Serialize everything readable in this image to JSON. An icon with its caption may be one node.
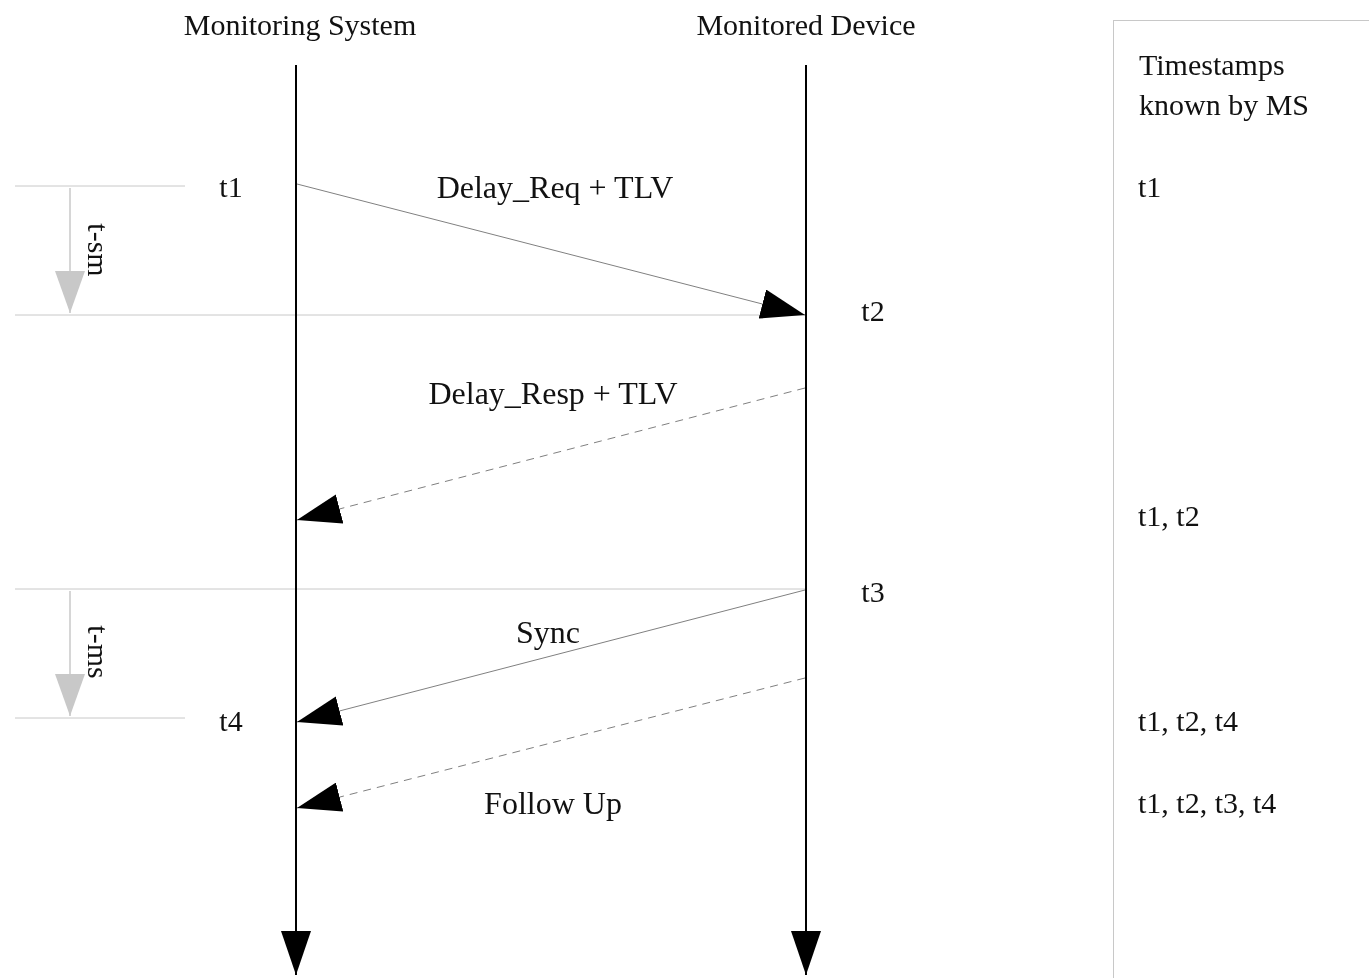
{
  "diagram": {
    "nodes": [
      {
        "text": [
          "Monitoring System"
        ]
      },
      {
        "text": [
          "Monitored Device"
        ]
      },
      {
        "text": [
          "Timestamps known by MS"
        ]
      },
      {
        "text": [],
        "shape": "bar"
      },
      {
        "text": [],
        "shape": "bar"
      }
    ],
    "edges": [
      {
        "from": 3,
        "to": 4,
        "arrow": "to",
        "label": "Delay_Req + TLV"
      },
      {
        "from": 4,
        "to": 3,
        "arrow": "to",
        "label": "Delay_Resp + TLV",
        "style": "dashed"
      },
      {
        "from": 4,
        "to": 3,
        "arrow": "to",
        "label": "Sync"
      },
      {
        "from": 4,
        "to": 3,
        "arrow": "to",
        "label": "Follow Up",
        "style": "dashed"
      },
      {
        "from": 3,
        "to": null,
        "arrow": "to",
        "color": "#000000"
      },
      {
        "from": 4,
        "to": null,
        "arrow": "to",
        "color": "#000000"
      }
    ],
    "labels": [
      "t1",
      "t-sm",
      "t2",
      "t3",
      "t-ms",
      "t4",
      "t1",
      "t1, t2",
      "t1, t2, t4",
      "t1, t2, t3, t4"
    ]
  }
}
